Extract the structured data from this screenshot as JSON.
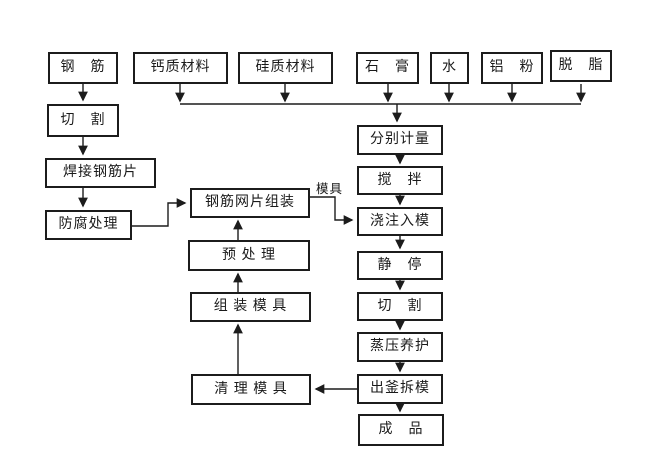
{
  "flowchart": {
    "top_row": {
      "steel_bar": "钢　筋",
      "calcium_material": "钙质材料",
      "siliceous_material": "硅质材料",
      "gypsum": "石　膏",
      "water": "水",
      "aluminum_powder": "铝　粉",
      "degreasing": "脱　脂"
    },
    "left_chain": {
      "cutting": "切　割",
      "weld_steel_mesh": "焊接钢筋片",
      "anticorrosion_treatment": "防腐处理"
    },
    "middle_chain": {
      "steel_mesh_assembly": "钢筋网片组装",
      "pretreatment": "预 处 理",
      "assemble_mould": "组 装 模 具",
      "clean_mould": "清 理 模 具"
    },
    "right_chain": {
      "separate_measuring": "分别计量",
      "mixing": "搅　拌",
      "pour_into_mould": "浇注入模",
      "static_stop": "静　停",
      "cutting": "切　割",
      "autoclave_curing": "蒸压养护",
      "demould_out_of_autoclave": "出釜拆模",
      "finished_product": "成　品"
    },
    "annotations": {
      "mould": "模具"
    }
  }
}
